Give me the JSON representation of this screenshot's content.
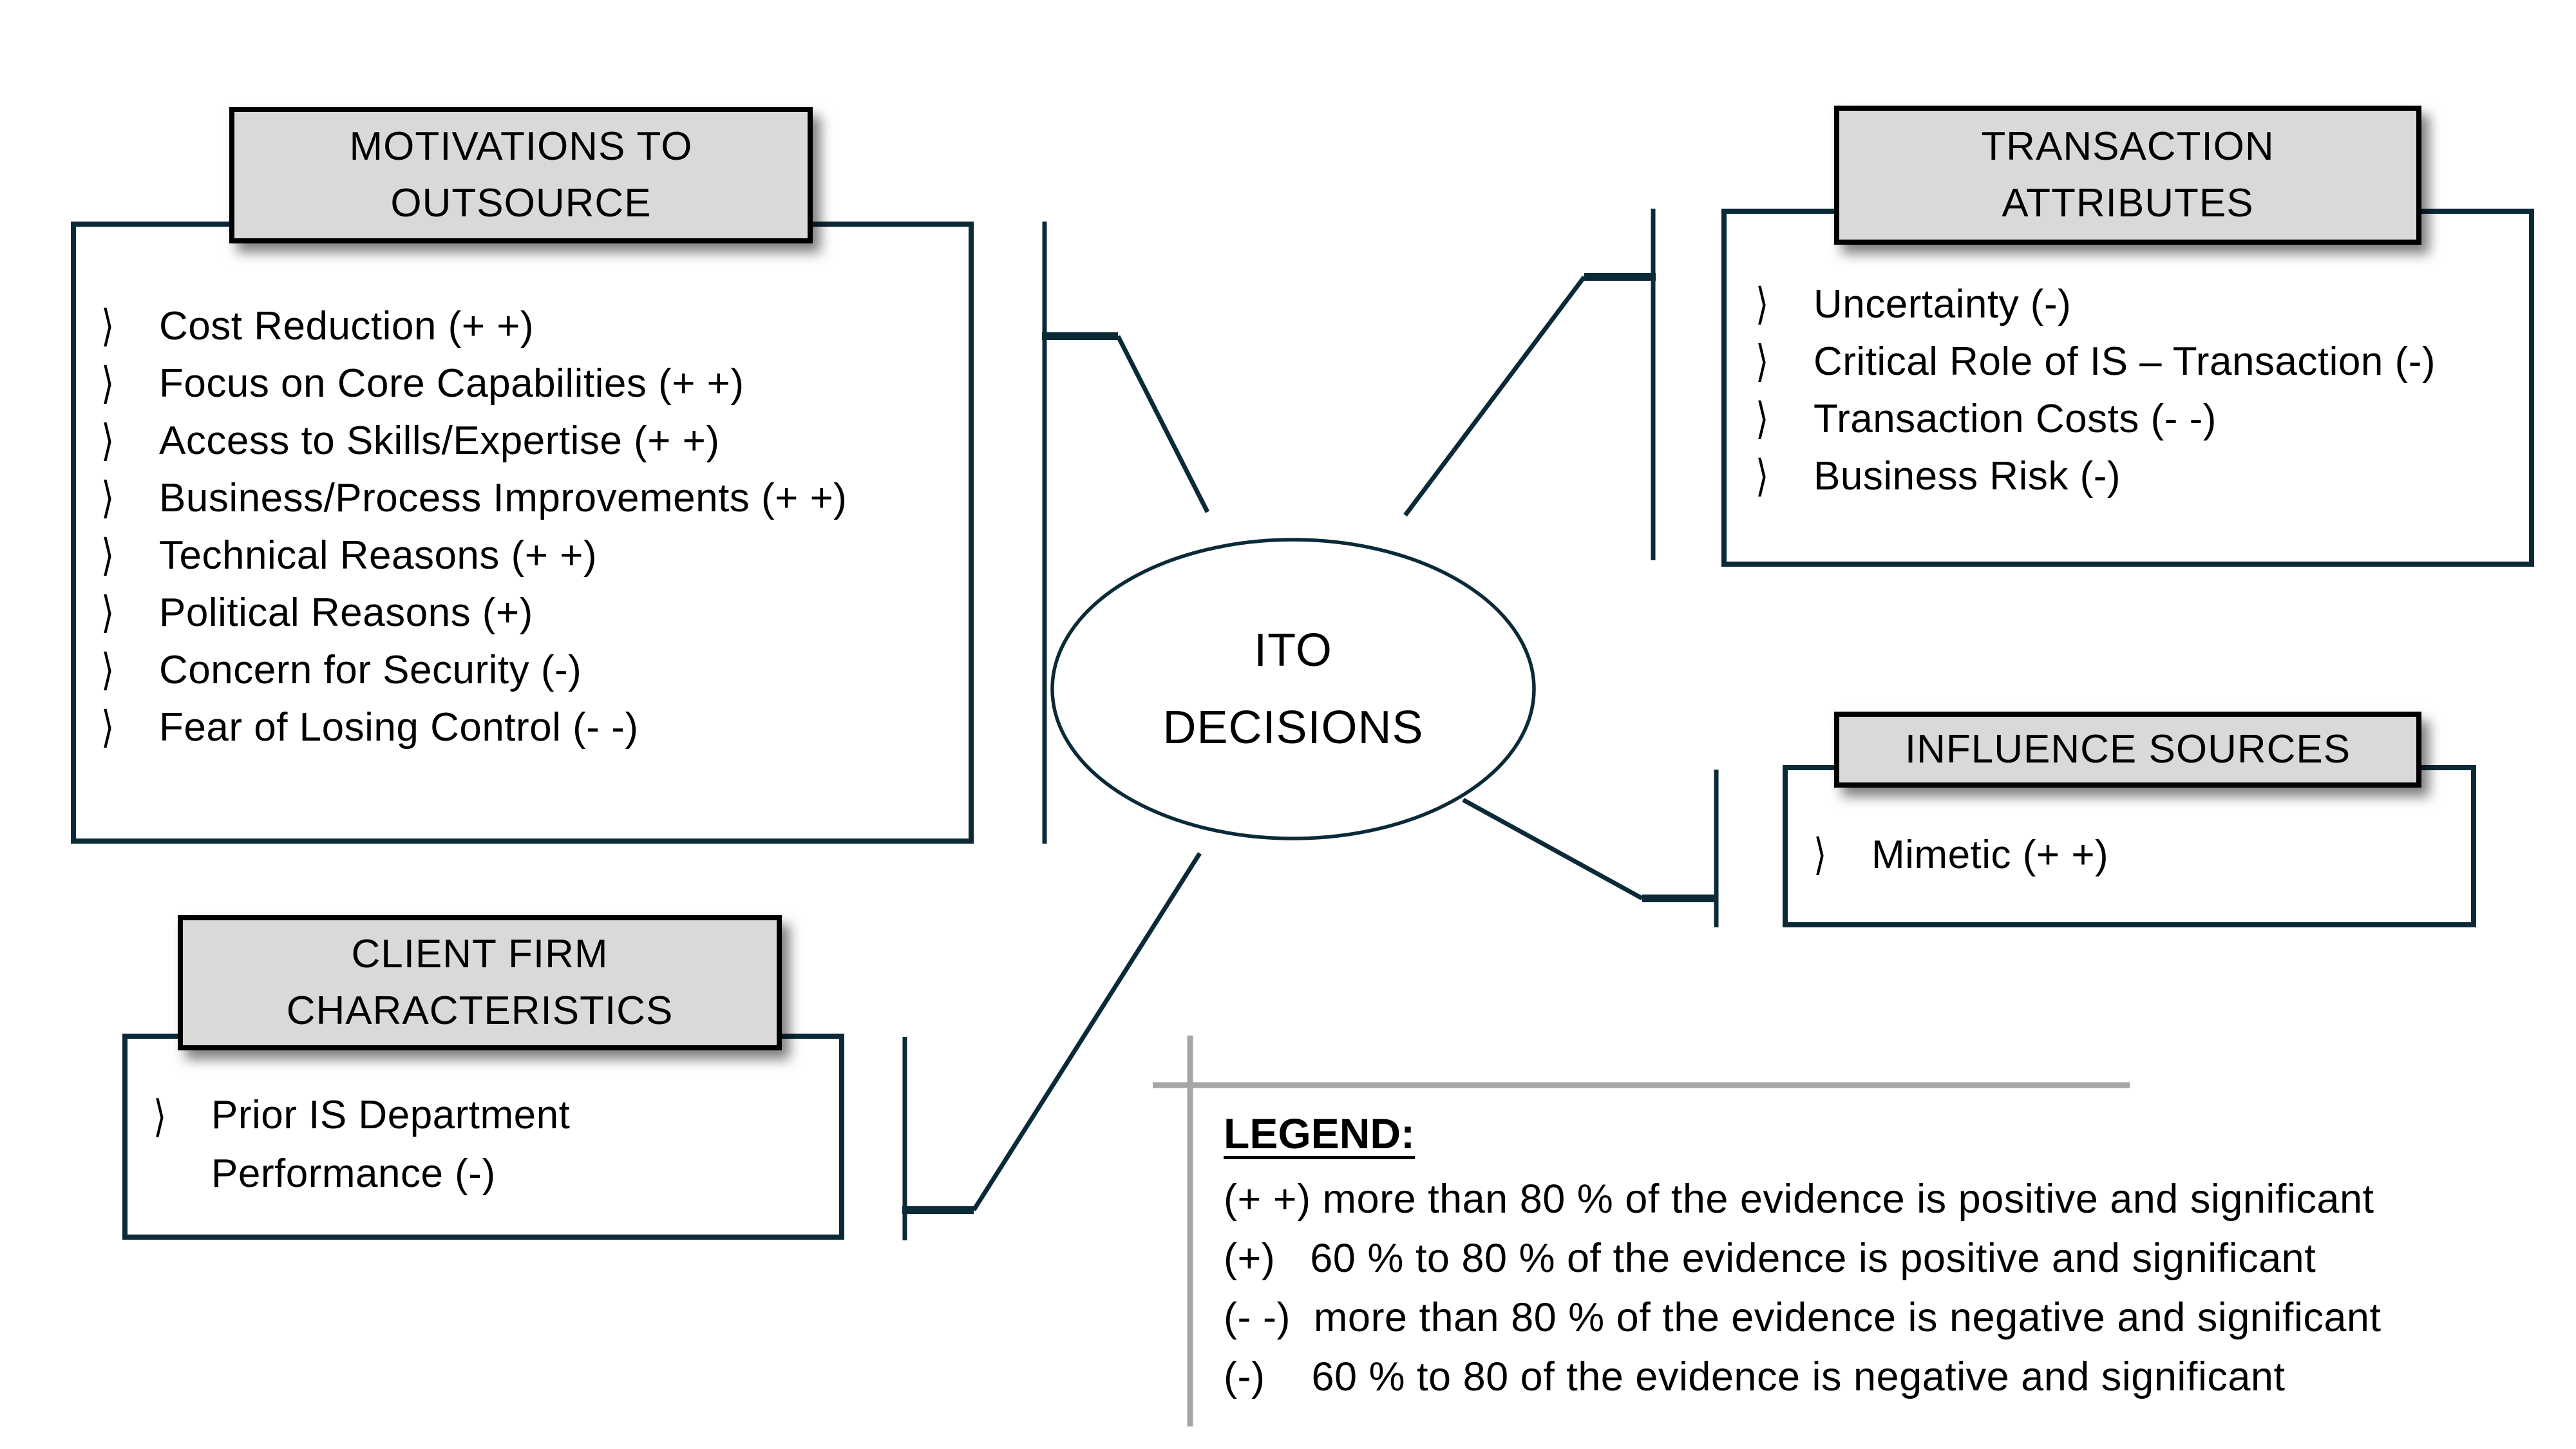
{
  "bullet": "⟩",
  "center": {
    "lines": [
      "ITO",
      "DECISIONS"
    ]
  },
  "motivations": {
    "header_lines": [
      "MOTIVATIONS TO",
      "OUTSOURCE"
    ],
    "items": [
      "Cost Reduction (+ +)",
      "Focus on Core Capabilities (+ +)",
      "Access to Skills/Expertise (+ +)",
      "Business/Process Improvements (+ +)",
      "Technical Reasons (+ +)",
      "Political Reasons (+)",
      "Concern for Security (-)",
      "Fear of Losing Control (- -)"
    ]
  },
  "transaction": {
    "header_lines": [
      "TRANSACTION",
      "ATTRIBUTES"
    ],
    "items": [
      "Uncertainty (-)",
      "Critical Role of IS – Transaction (-)",
      "Transaction Costs (- -)",
      "Business Risk (-)"
    ]
  },
  "influence": {
    "header_lines": [
      "INFLUENCE SOURCES"
    ],
    "items": [
      "Mimetic (+ +)"
    ]
  },
  "client": {
    "header_lines": [
      "CLIENT FIRM",
      "CHARACTERISTICS"
    ],
    "items": [
      "Prior IS Department Performance (-)"
    ]
  },
  "legend": {
    "title": "LEGEND:",
    "entries": [
      "(+ +) more than 80 % of the evidence is positive and significant",
      "(+)   60 % to 80 % of the evidence is positive and significant",
      "(- -)  more than 80 % of the evidence is negative and significant",
      "(-)    60 % to 80 of the evidence is negative and significant"
    ]
  },
  "colors": {
    "line": "#0b2a38",
    "header_fill": "#d9d9d9",
    "header_border": "#000000",
    "gray_line": "#a6a6a6",
    "background": "#ffffff",
    "text": "#000000"
  }
}
